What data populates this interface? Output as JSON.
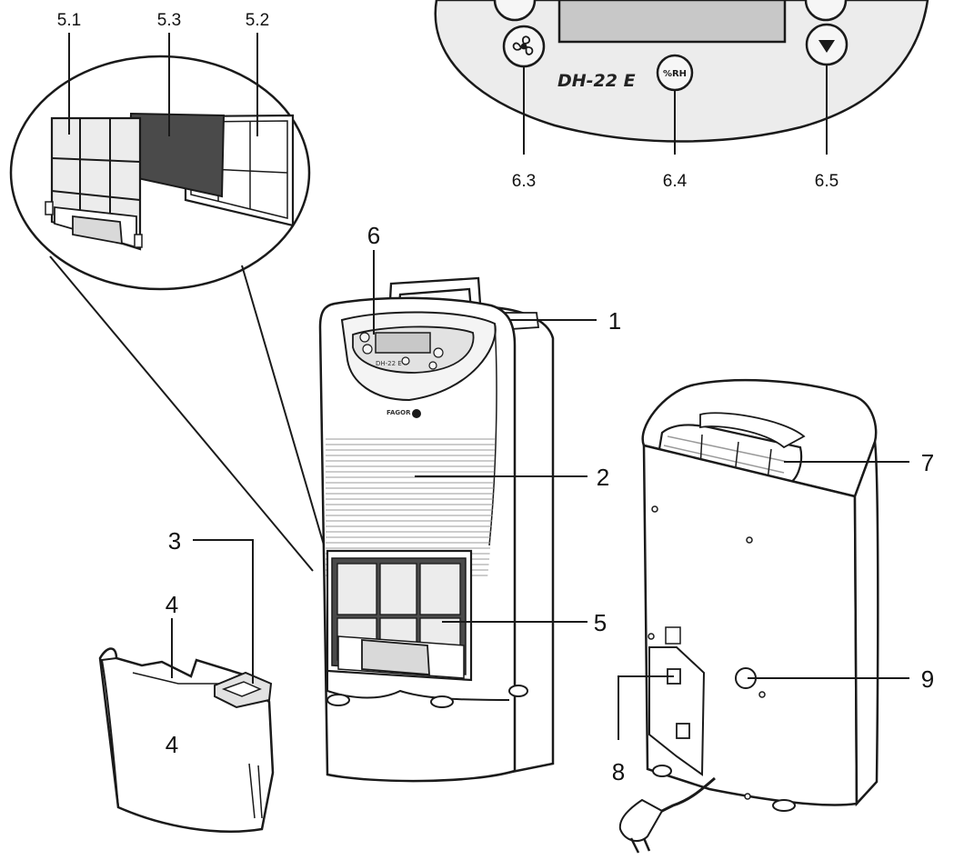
{
  "control_panel": {
    "model_name": "DH-22 E",
    "rh_button_text": "%RH",
    "brand_on_unit": "FAGOR",
    "model_on_unit": "DH-22 E"
  },
  "labels": {
    "filter_5_1": "5.1",
    "filter_5_3": "5.3",
    "filter_5_2": "5.2",
    "panel_6_3": "6.3",
    "panel_6_4": "6.4",
    "panel_6_5": "6.5",
    "part_6": "6",
    "part_1": "1",
    "part_2": "2",
    "part_3": "3",
    "part_4": "4",
    "part_5": "5",
    "part_7": "7",
    "part_8": "8",
    "part_9": "9"
  },
  "colors": {
    "panel_fill": "#ececec",
    "display_fill": "#c8c8c8",
    "carbon_filter": "#4a4a4a",
    "line": "#1a1a1a"
  },
  "icons": [
    "fan-icon",
    "down-arrow-icon",
    "power-plug-icon"
  ]
}
